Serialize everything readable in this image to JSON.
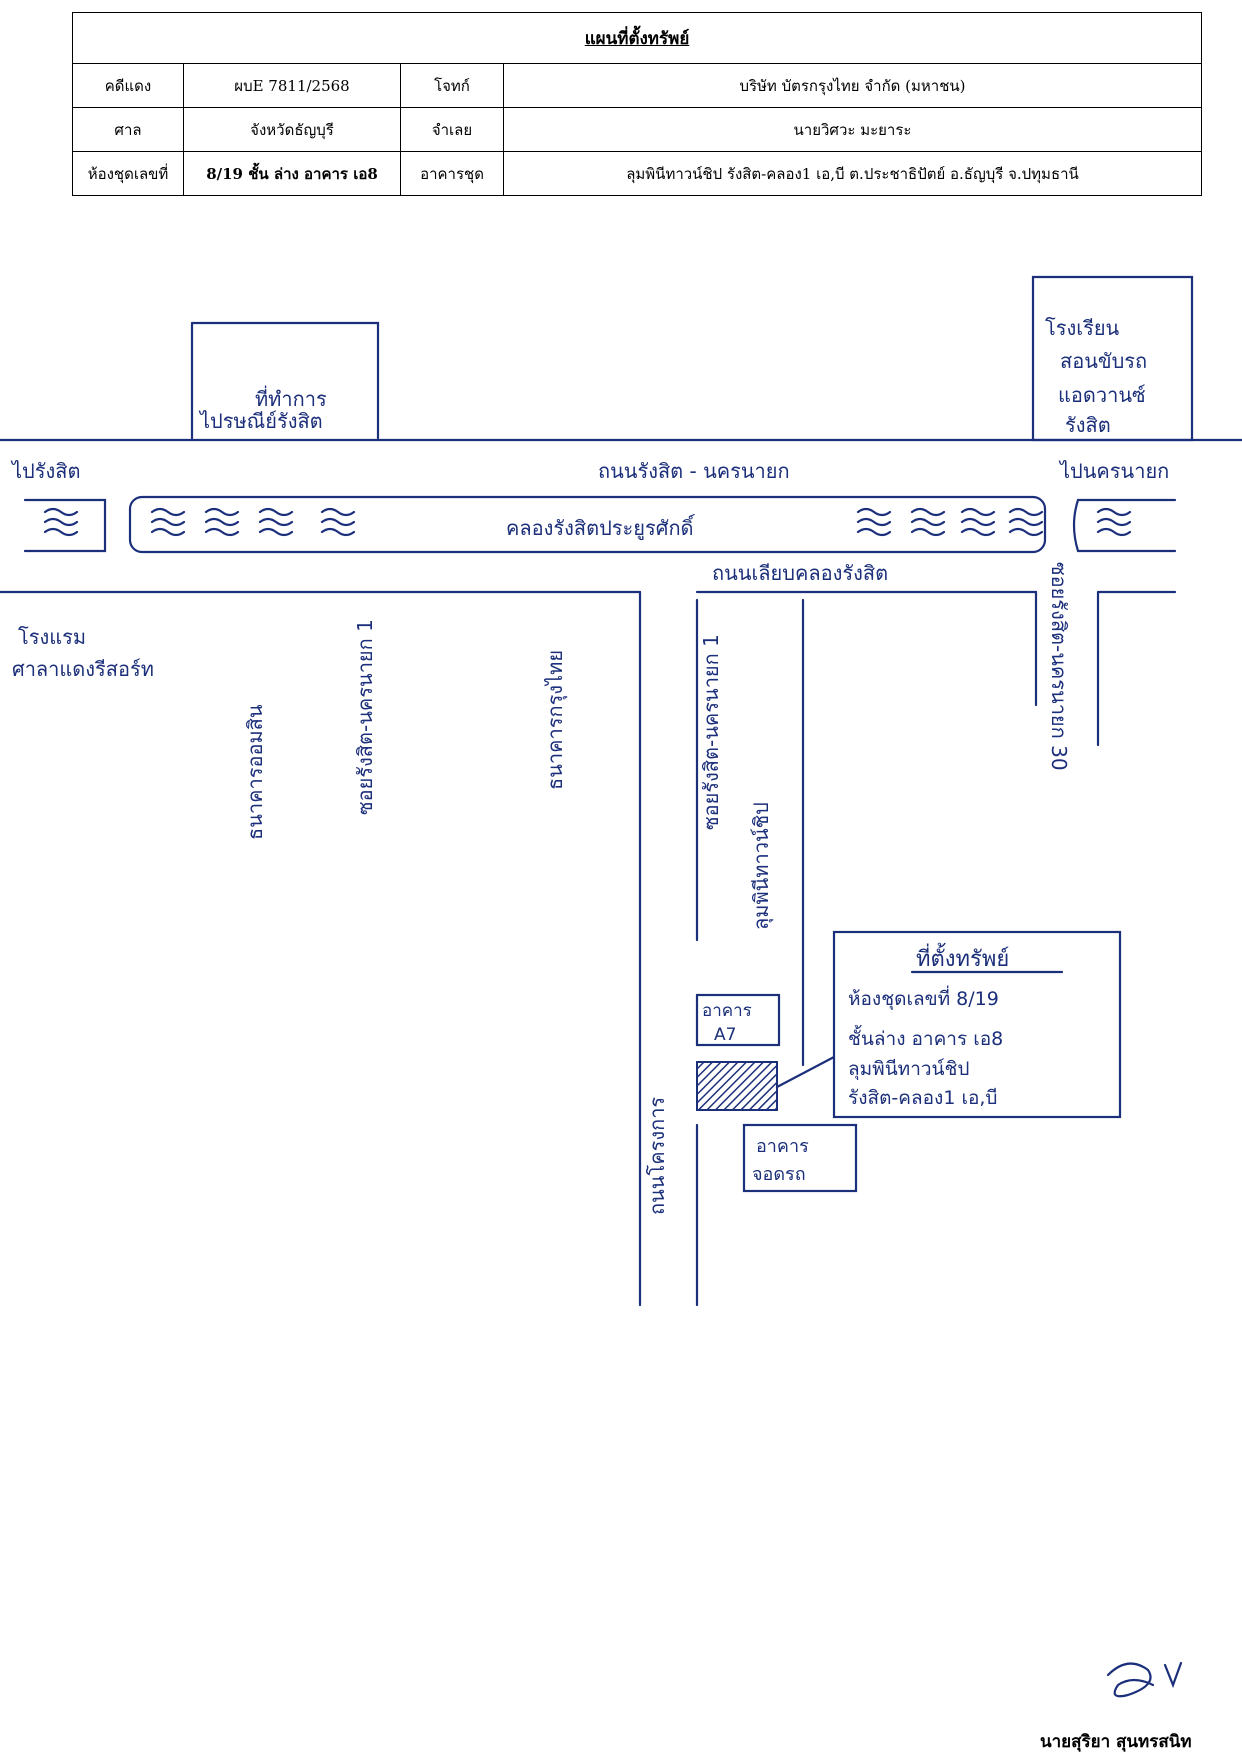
{
  "header": {
    "title": "แผนที่ตั้งทรัพย์",
    "rows": [
      {
        "label1": "คดีแดง",
        "value1": "ผบE 7811/2568",
        "label2": "โจทก์",
        "value2": "บริษัท บัตรกรุงไทย จำกัด (มหาชน)"
      },
      {
        "label1": "ศาล",
        "value1": "จังหวัดธัญบุรี",
        "label2": "จำเลย",
        "value2": "นายวิศวะ  มะยาระ"
      },
      {
        "label1": "ห้องชุดเลขที่",
        "value1": "8/19 ชั้น ล่าง  อาคาร เอ8",
        "label2": "อาคารชุด",
        "value2": "ลุมพินีทาวน์ชิป รังสิต-คลอง1 เอ,บี  ต.ประชาธิปัตย์  อ.ธัญบุรี  จ.ปทุมธานี"
      }
    ]
  },
  "map": {
    "top_left_box": [
      "ที่ทำการ",
      "ไปรษณีย์รังสิต"
    ],
    "top_right_box": [
      "โรงเรียน",
      "สอนขับรถ",
      "แอดวานซ์",
      "รังสิต"
    ],
    "to_rangsit": "ไปรังสิต",
    "main_road": "ถนนรังสิต - นครนายก",
    "to_nakhon_nayok": "ไปนครนายก",
    "canal": "คลองรังสิตประยูรศักดิ์",
    "canal_side_road": "ถนนเลียบคลองรังสิต",
    "hotel": [
      "โรงแรม",
      "ศาลาแดงรีสอร์ท"
    ],
    "right_soi": "ซอยรังสิต-นครนายก 30",
    "vertical_labels": [
      "ธนาคารออมสิน",
      "ซอยรังสิต-นครนายก 1",
      "ธนาคารกรุงไทย",
      "ถนนโครงการ",
      "ซอยรังสิต-นครนายก 1",
      "ลุมพินีทาวน์ชิป"
    ],
    "building_a7": [
      "อาคาร",
      "A7"
    ],
    "parking_box": [
      "อาคาร",
      "จอดรถ"
    ],
    "legend": {
      "title": "ที่ตั้งทรัพย์",
      "lines": [
        "ห้องชุดเลขที่ 8/19",
        "ชั้นล่าง อาคาร เอ8",
        "ลุมพินีทาวน์ชิป",
        "รังสิต-คลอง1 เอ,บี"
      ]
    }
  },
  "signer": "นายสุริยา สุนทรสนิท",
  "colors": {
    "ink": "#1b2f7a",
    "text": "#000000"
  }
}
